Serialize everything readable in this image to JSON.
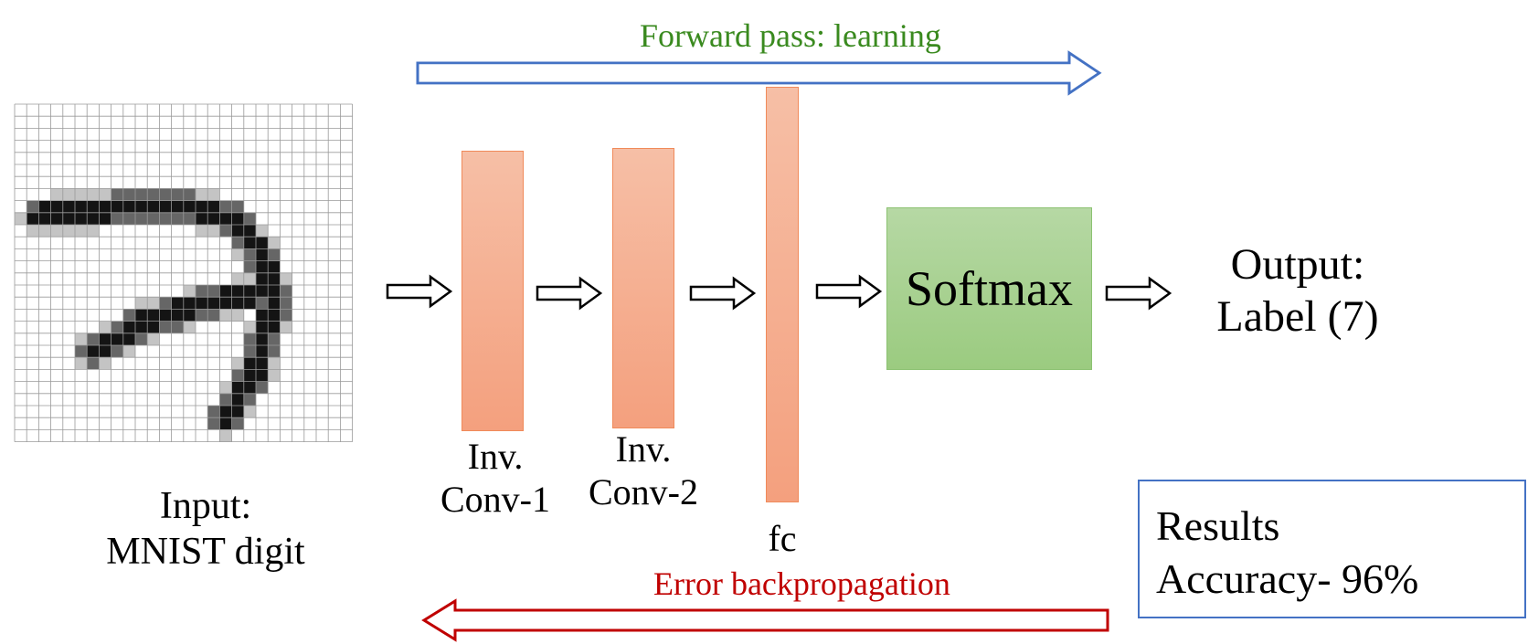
{
  "forward_label": "Forward pass: learning",
  "backward_label": "Error backpropagation",
  "input_label_line1": "Input:",
  "input_label_line2": "MNIST digit",
  "conv1_line1": "Inv.",
  "conv1_line2": "Conv-1",
  "conv2_line1": "Inv.",
  "conv2_line2": "Conv-2",
  "fc_label": "fc",
  "softmax_label": "Softmax",
  "output_line1": "Output:",
  "output_line2": "Label (7)",
  "results_title": "Results",
  "results_accuracy": "Accuracy- 96%",
  "colors": {
    "forward_text": "#3a8a1f",
    "forward_arrow": "#4472c4",
    "backward_text": "#c00000",
    "backward_arrow": "#c00000",
    "layer_fill": "#f4a07e",
    "softmax_fill": "#a9d18e",
    "results_border": "#4472c4"
  },
  "icons": {
    "input_image": "mnist-digit-7-grid",
    "flow_arrow": "hollow-right-arrow"
  }
}
